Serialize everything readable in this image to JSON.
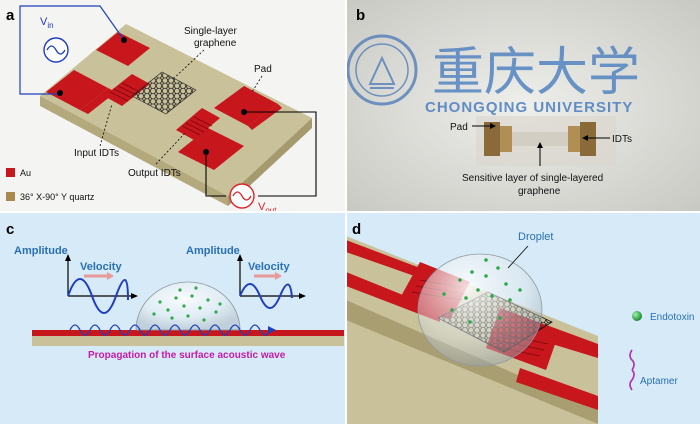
{
  "panels": {
    "a": {
      "letter": "a",
      "vin_main": "V",
      "vin_sub": "in",
      "vout_main": "V",
      "vout_sub": "out",
      "graphene_label_1": "Single-layer",
      "graphene_label_2": "graphene",
      "pad_label": "Pad",
      "input_idts_label": "Input IDTs",
      "output_idts_label": "Output IDTs",
      "legend_au": "Au",
      "legend_quartz": "36° X-90° Y quartz"
    },
    "b": {
      "letter": "b",
      "logo_chinese": "重庆大学",
      "university_name": "CHONGQING UNIVERSITY",
      "pad_label": "Pad",
      "idts_label": "IDTs",
      "sensitive_label_1": "Sensitive layer of single-layered",
      "sensitive_label_2": "graphene"
    },
    "c": {
      "letter": "c",
      "amplitude_left": "Amplitude",
      "velocity_left": "Velocity",
      "amplitude_right": "Amplitude",
      "velocity_right": "Velocity",
      "propagation_label": "Propagation of the surface acoustic wave"
    },
    "d": {
      "letter": "d",
      "droplet_label": "Droplet",
      "endotoxin_label": "Endotoxin",
      "aptamer_label": "Aptamer"
    }
  },
  "colors": {
    "electrode_red": "#c8161d",
    "quartz_tan": "#c9c19a",
    "wire_blue": "#1f3fbf",
    "wire_red": "#e0242a",
    "label_blue": "#2a6fb5",
    "propagation_magenta": "#c41aa8",
    "endotoxin_green": "#2ea84a",
    "aptamer_purple": "#b02cc0",
    "panel_cd_bg": "#d6ebf7"
  }
}
